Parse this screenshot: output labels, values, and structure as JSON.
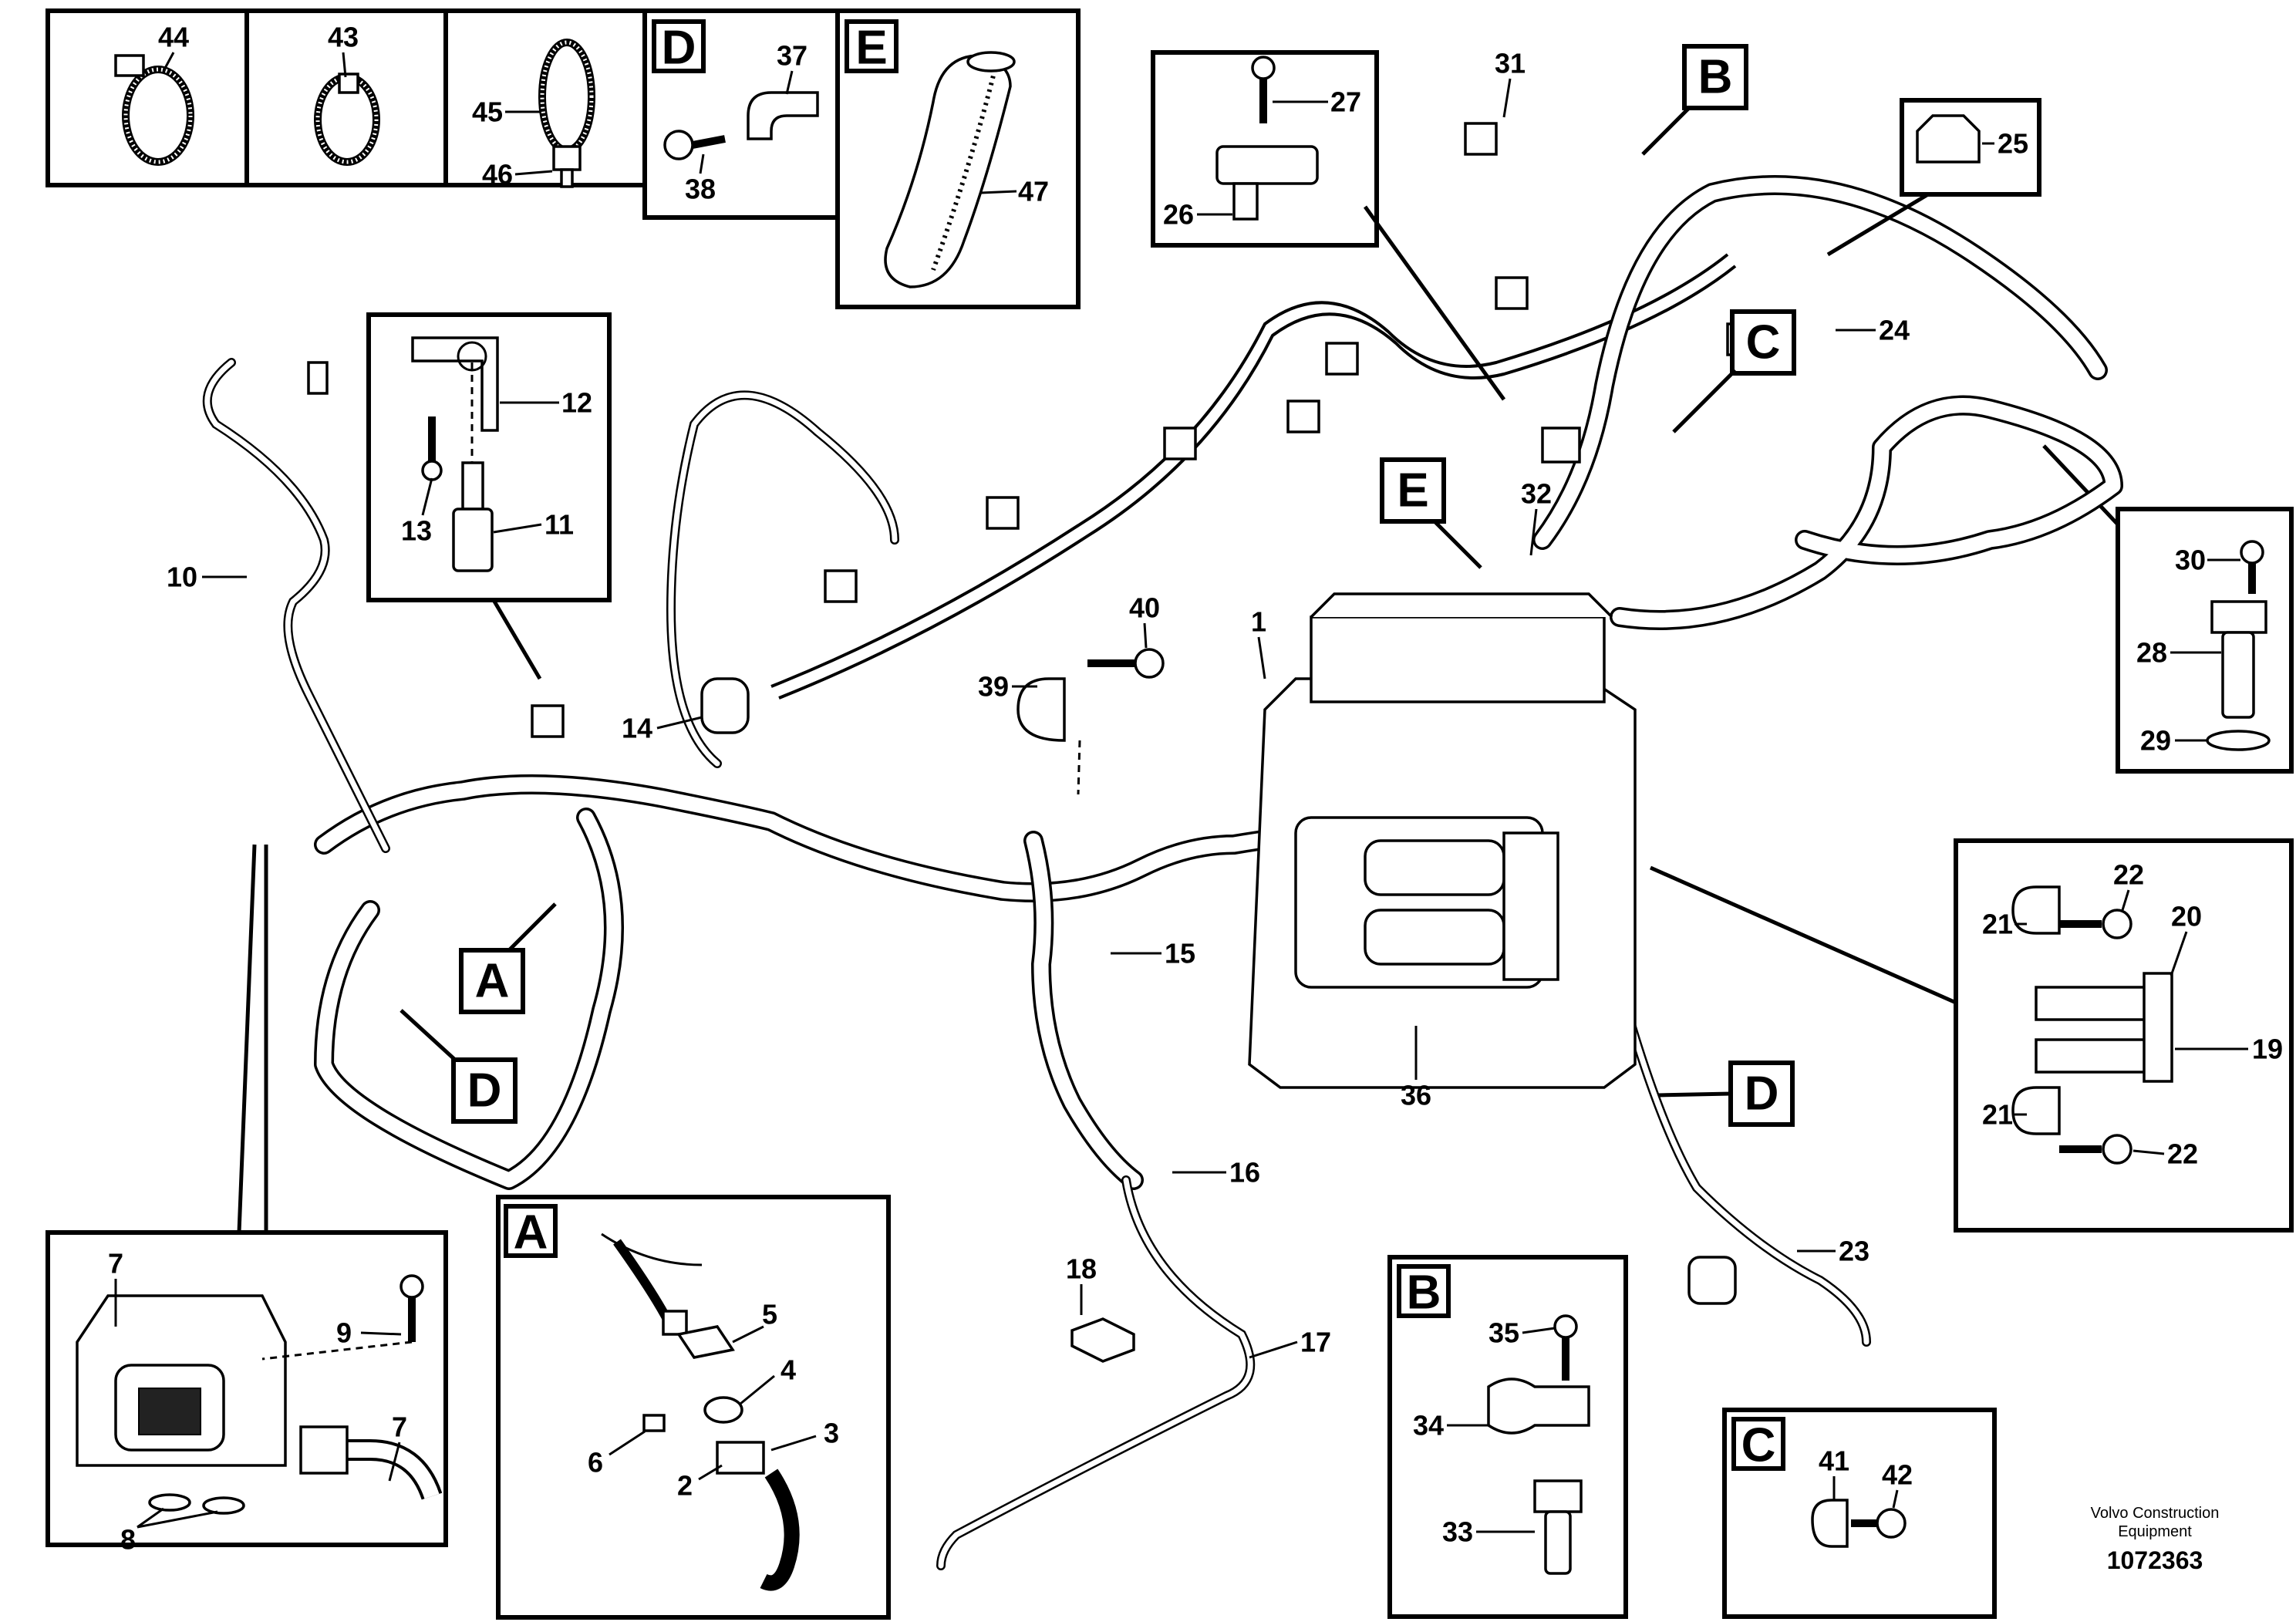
{
  "footer": {
    "brand_line1": "Volvo Construction",
    "brand_line2": "Equipment",
    "doc_number": "1072363"
  },
  "detail_letters": {
    "A": "A",
    "B": "B",
    "C": "C",
    "D": "D",
    "E": "E"
  },
  "part_numbers": {
    "p1": "1",
    "p2": "2",
    "p3": "3",
    "p4": "4",
    "p5": "5",
    "p6": "6",
    "p7": "7",
    "p8": "8",
    "p9": "9",
    "p10": "10",
    "p11": "11",
    "p12": "12",
    "p13": "13",
    "p14": "14",
    "p15": "15",
    "p16": "16",
    "p17": "17",
    "p18": "18",
    "p19": "19",
    "p20": "20",
    "p21": "21",
    "p22": "22",
    "p23": "23",
    "p24": "24",
    "p25": "25",
    "p26": "26",
    "p27": "27",
    "p28": "28",
    "p29": "29",
    "p30": "30",
    "p31": "31",
    "p32": "32",
    "p33": "33",
    "p34": "34",
    "p35": "35",
    "p36": "36",
    "p37": "37",
    "p38": "38",
    "p39": "39",
    "p40": "40",
    "p41": "41",
    "p42": "42",
    "p43": "43",
    "p44": "44",
    "p45": "45",
    "p46": "46",
    "p47": "47"
  }
}
